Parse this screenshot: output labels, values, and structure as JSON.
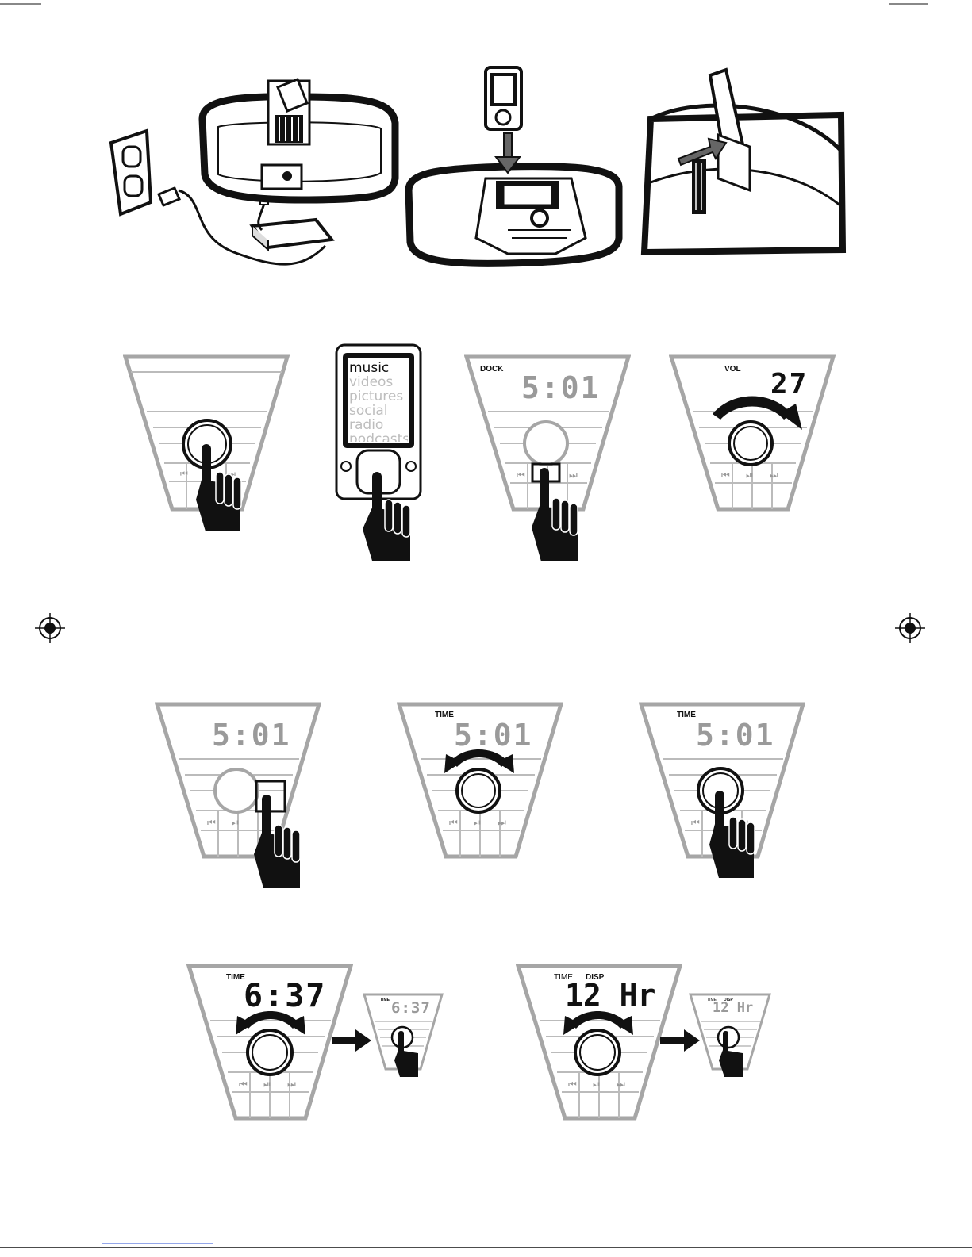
{
  "page": {
    "colors": {
      "ink": "#111111",
      "panel_gray": "#a6a6a6",
      "lcd_gray": "#9a9a9a",
      "menu_dim": "#bdbdbd"
    }
  },
  "setup_row": {
    "icons": [
      "wall-outlet-icon",
      "power-adapter-icon",
      "speaker-dock-back-icon",
      "speaker-dock-front-icon",
      "media-player-icon",
      "dock-adapter-icon",
      "insert-arrow-icon"
    ]
  },
  "row2": {
    "panel_vol": {
      "label": "VOL",
      "value": "27"
    },
    "player": {
      "menu": [
        "music",
        "videos",
        "pictures",
        "social",
        "radio",
        "podcasts"
      ]
    },
    "panel_dock": {
      "label": "DOCK",
      "time": "5:01"
    }
  },
  "row3": {
    "panel_a": {
      "time": "5:01"
    },
    "panel_b": {
      "label": "TIME",
      "time": "5:01"
    },
    "panel_c": {
      "label": "TIME",
      "time": "5:01"
    }
  },
  "row4": {
    "panel_a": {
      "label": "TIME",
      "time": "6:37"
    },
    "panel_a_small": {
      "label": "TIME",
      "time": "6:37"
    },
    "panel_b": {
      "label1": "TIME",
      "label2": "DISP",
      "value": "12 Hr"
    },
    "panel_b_small": {
      "label1": "TIME",
      "label2": "DISP",
      "value": "12 Hr"
    }
  }
}
